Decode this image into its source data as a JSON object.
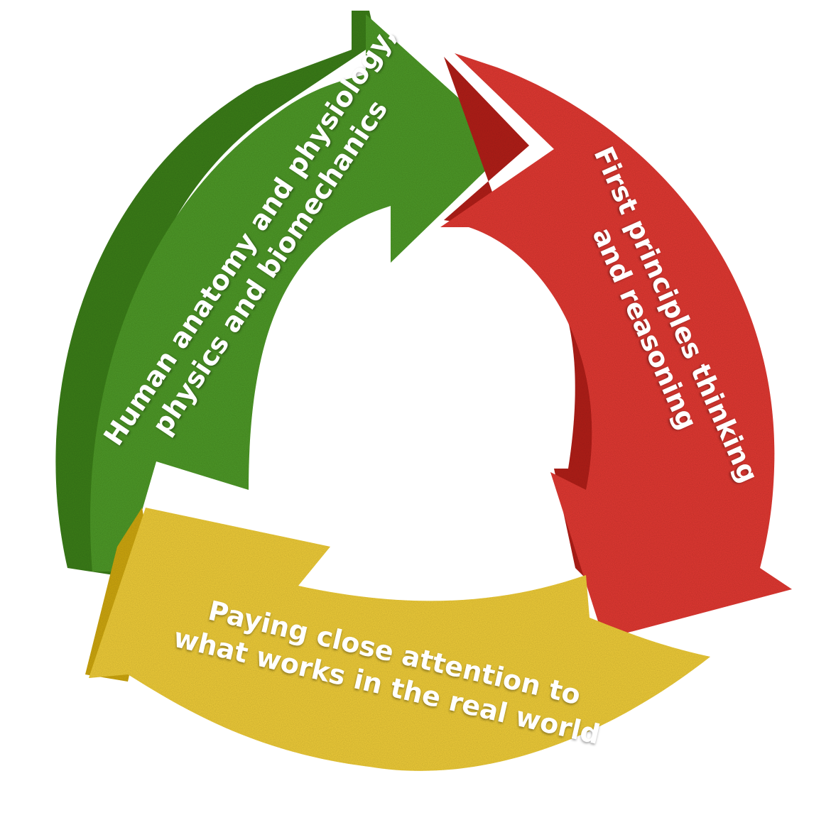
{
  "colors": {
    "green": "#4f9a2a",
    "green_dark": "#3d7f1f",
    "red": "#e23b35",
    "red_dark": "#b3241f",
    "yellow": "#f0cd3a",
    "yellow_dark": "#cfa818",
    "label": "#ffffff"
  },
  "cycle": {
    "segments": [
      {
        "color_key": "green",
        "lines": [
          "Human anatomy and physiology,",
          "physics and biomechanics"
        ]
      },
      {
        "color_key": "red",
        "lines": [
          "First principles thinking",
          "and reasoning"
        ]
      },
      {
        "color_key": "yellow",
        "lines": [
          "Paying close attention to",
          "what works in the real world"
        ]
      }
    ]
  }
}
